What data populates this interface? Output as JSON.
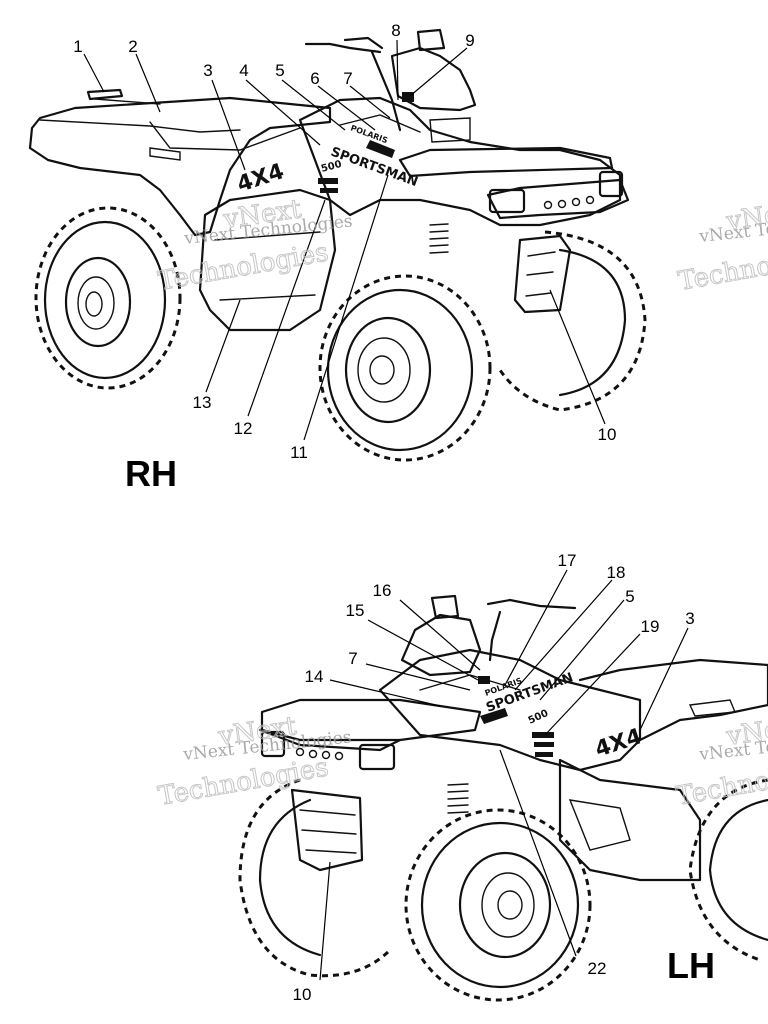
{
  "views": [
    {
      "id": "rh",
      "label": "RH",
      "callouts": [
        "1",
        "2",
        "3",
        "4",
        "5",
        "6",
        "7",
        "8",
        "9",
        "10",
        "11",
        "12",
        "13"
      ]
    },
    {
      "id": "lh",
      "label": "LH",
      "callouts": [
        "17",
        "18",
        "5",
        "16",
        "19",
        "3",
        "15",
        "7",
        "14",
        "10",
        "22"
      ]
    }
  ],
  "decals": {
    "rh_model": "SPORTSMAN",
    "rh_brand": "POLARIS",
    "rh_size": "500",
    "rh_badge": "4X4",
    "lh_model": "SPORTSMAN",
    "lh_brand": "POLARIS",
    "lh_size": "500",
    "lh_badge": "4X4"
  },
  "watermarks": {
    "text": "vNext Technologies",
    "big_top": "vNext",
    "big_bottom": "Technologies"
  }
}
